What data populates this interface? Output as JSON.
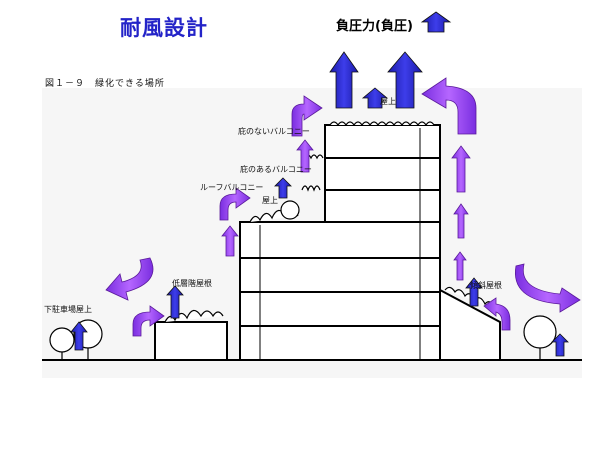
{
  "title": "耐風設計",
  "legend": {
    "label": "負圧力(負圧)"
  },
  "figure": {
    "caption": "図１－９　緑化できる場所",
    "labels": {
      "rooftop": "屋上",
      "no_eave_balcony": "庇のないバルコニー",
      "eave_balcony": "庇のあるバルコニー",
      "roof_balcony": "ルーフバルコニー",
      "rooftop_mid": "屋上",
      "low_roof": "低層階屋根",
      "slope_roof": "傾斜屋根",
      "garage_roof": "下駐車場屋上"
    }
  },
  "colors": {
    "up_arrow": "#2b2bd6",
    "swirl_arrow": "#9a44ee",
    "outline": "#000000"
  }
}
